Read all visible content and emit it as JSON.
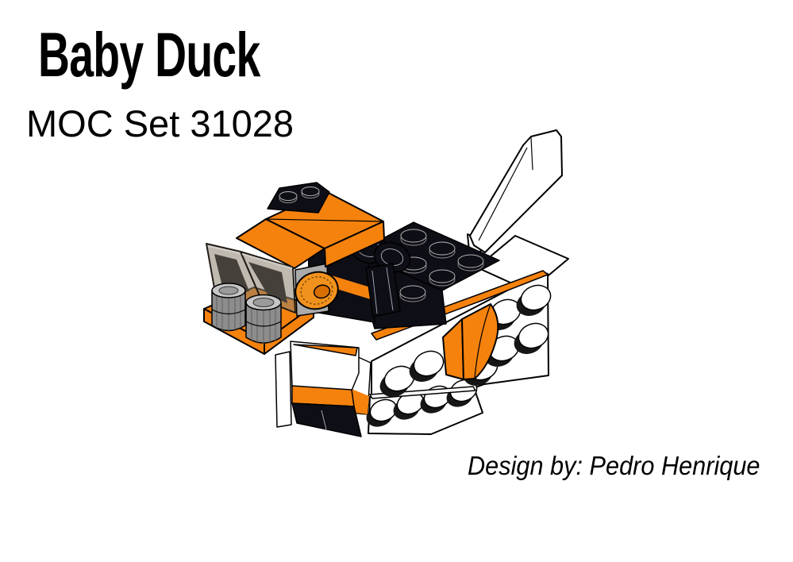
{
  "page": {
    "title": "Baby Duck",
    "subtitle": "MOC Set 31028",
    "credit": "Design by: Pedro Henrique"
  },
  "model": {
    "alt": "Isometric LEGO render of the Baby Duck model built from orange, white and black bricks",
    "parts": [
      "tail-fin",
      "body-bricks-with-side-studs",
      "black-top-plate",
      "neck-ribbed-joint",
      "orange-head-slopes",
      "trans-smoke-windscreens",
      "gray-barrels",
      "orange-beak-wheel",
      "orange-curved-wing",
      "striped-chest"
    ],
    "colors": {
      "orange": "#F5820D",
      "orange_deep": "#D96E00",
      "wheel_orange": "#F2921E",
      "black": "#0E0E16",
      "white": "#FFFFFF",
      "gray": "#ABABAB",
      "gray_barrel": "#8D8D8D",
      "gray_barrel_top": "#C6C6C6",
      "trans_smoke": "rgba(139,128,112,0.55)",
      "window_dark": "#45403A",
      "detail_light": "#9AA0AA",
      "outline": "#000000",
      "text": "#000000"
    }
  }
}
